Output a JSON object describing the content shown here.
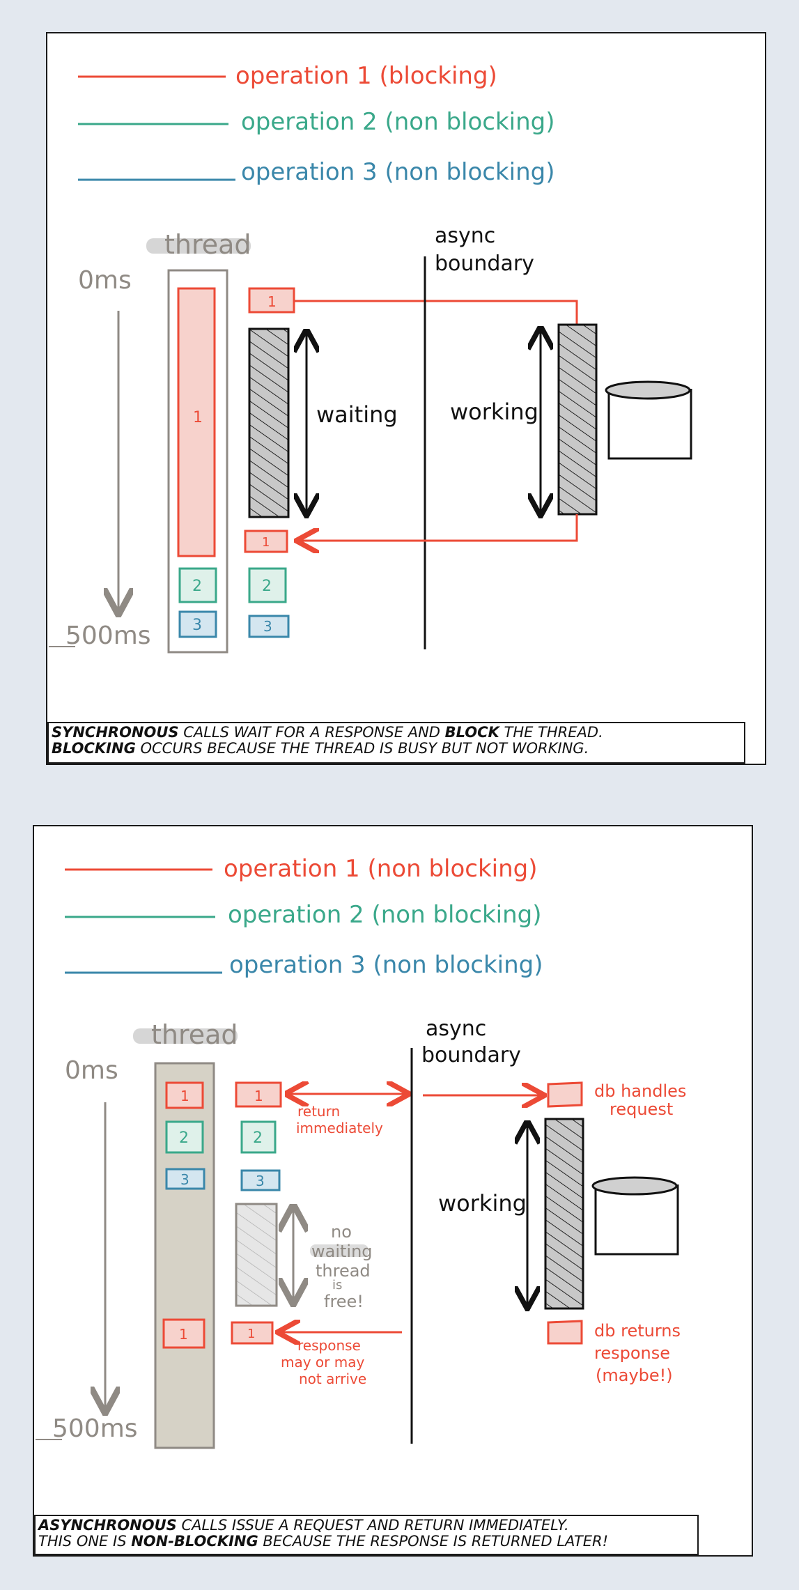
{
  "colors": {
    "op1": "#ec4a36",
    "op2": "#3aa88a",
    "op3": "#3a87aa",
    "grey": "#8f8a84",
    "thread_fill": "#d6d2c6",
    "op1_fill": "#f7d2cc",
    "op2_fill": "#dff1ea",
    "op3_fill": "#d4e6f0",
    "hatch_fill": "#c8c8c8"
  },
  "sync": {
    "legend": {
      "op1": "operation 1 (blocking)",
      "op2": "operation 2 (non blocking)",
      "op3": "operation 3 (non blocking)"
    },
    "thread_label": "thread",
    "time_start": "0ms",
    "time_end": "500ms",
    "async_boundary": [
      "async",
      "boundary"
    ],
    "waiting_label": "waiting",
    "working_label": "working",
    "block_labels": {
      "op1": "1",
      "op2": "2",
      "op3": "3"
    },
    "caption": {
      "line1_bold": "Synchronous",
      "line1_rest": " calls wait for a response and ",
      "line1_bold2": "block",
      "line1_end": " the thread.",
      "line2_bold": "Blocking",
      "line2_rest": " occurs because the thread is busy but not working."
    }
  },
  "async": {
    "legend": {
      "op1": "operation 1 (non blocking)",
      "op2": "operation 2 (non blocking)",
      "op3": "operation 3 (non blocking)"
    },
    "thread_label": "thread",
    "time_start": "0ms",
    "time_end": "500ms",
    "async_boundary": [
      "async",
      "boundary"
    ],
    "working_label": "working",
    "return_label": [
      "return",
      "immediately"
    ],
    "db_handles": [
      "db handles",
      "request"
    ],
    "no_waiting": [
      "no",
      "waiting",
      "thread",
      "is",
      "free!"
    ],
    "response_label": [
      "response",
      "may or may",
      "not arrive"
    ],
    "db_returns": [
      "db returns",
      "response",
      "(maybe!)"
    ],
    "block_labels": {
      "op1": "1",
      "op2": "2",
      "op3": "3"
    },
    "caption": {
      "line1_bold": "Asynchronous",
      "line1_rest": " calls issue a request and return immediately.",
      "line2_start": "This one is ",
      "line2_bold": "non-blocking",
      "line2_rest": " because the response is returned later!"
    }
  }
}
